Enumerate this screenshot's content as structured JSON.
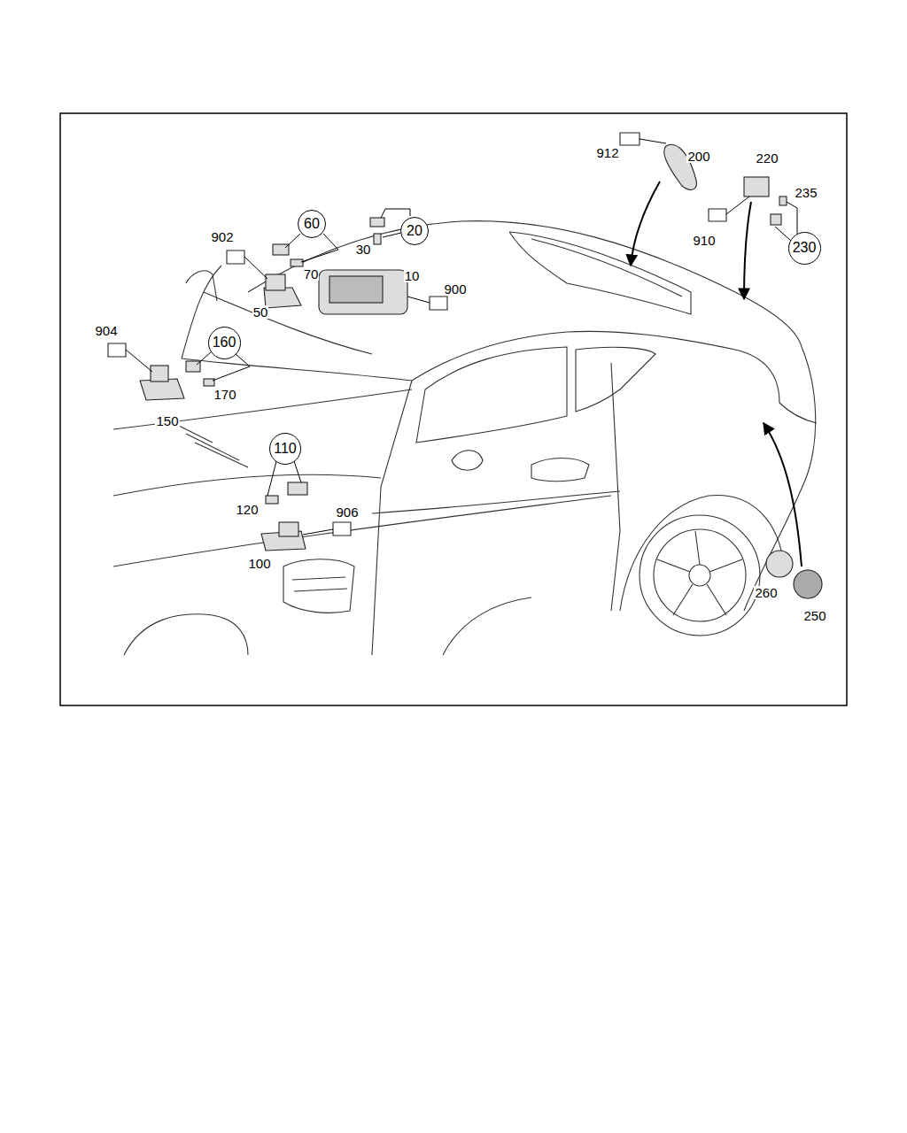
{
  "diagram": {
    "nodes": [
      {
        "text": [
          "60"
        ]
      },
      {
        "text": [
          "20"
        ]
      },
      {
        "text": [
          "160"
        ]
      },
      {
        "text": [
          "110"
        ]
      },
      {
        "text": [
          "230"
        ]
      }
    ],
    "labels": [
      "912",
      "200",
      "220",
      "235",
      "910",
      "902",
      "30",
      "70",
      "10",
      "900",
      "50",
      "904",
      "170",
      "150",
      "120",
      "906",
      "100",
      "260",
      "250"
    ]
  }
}
